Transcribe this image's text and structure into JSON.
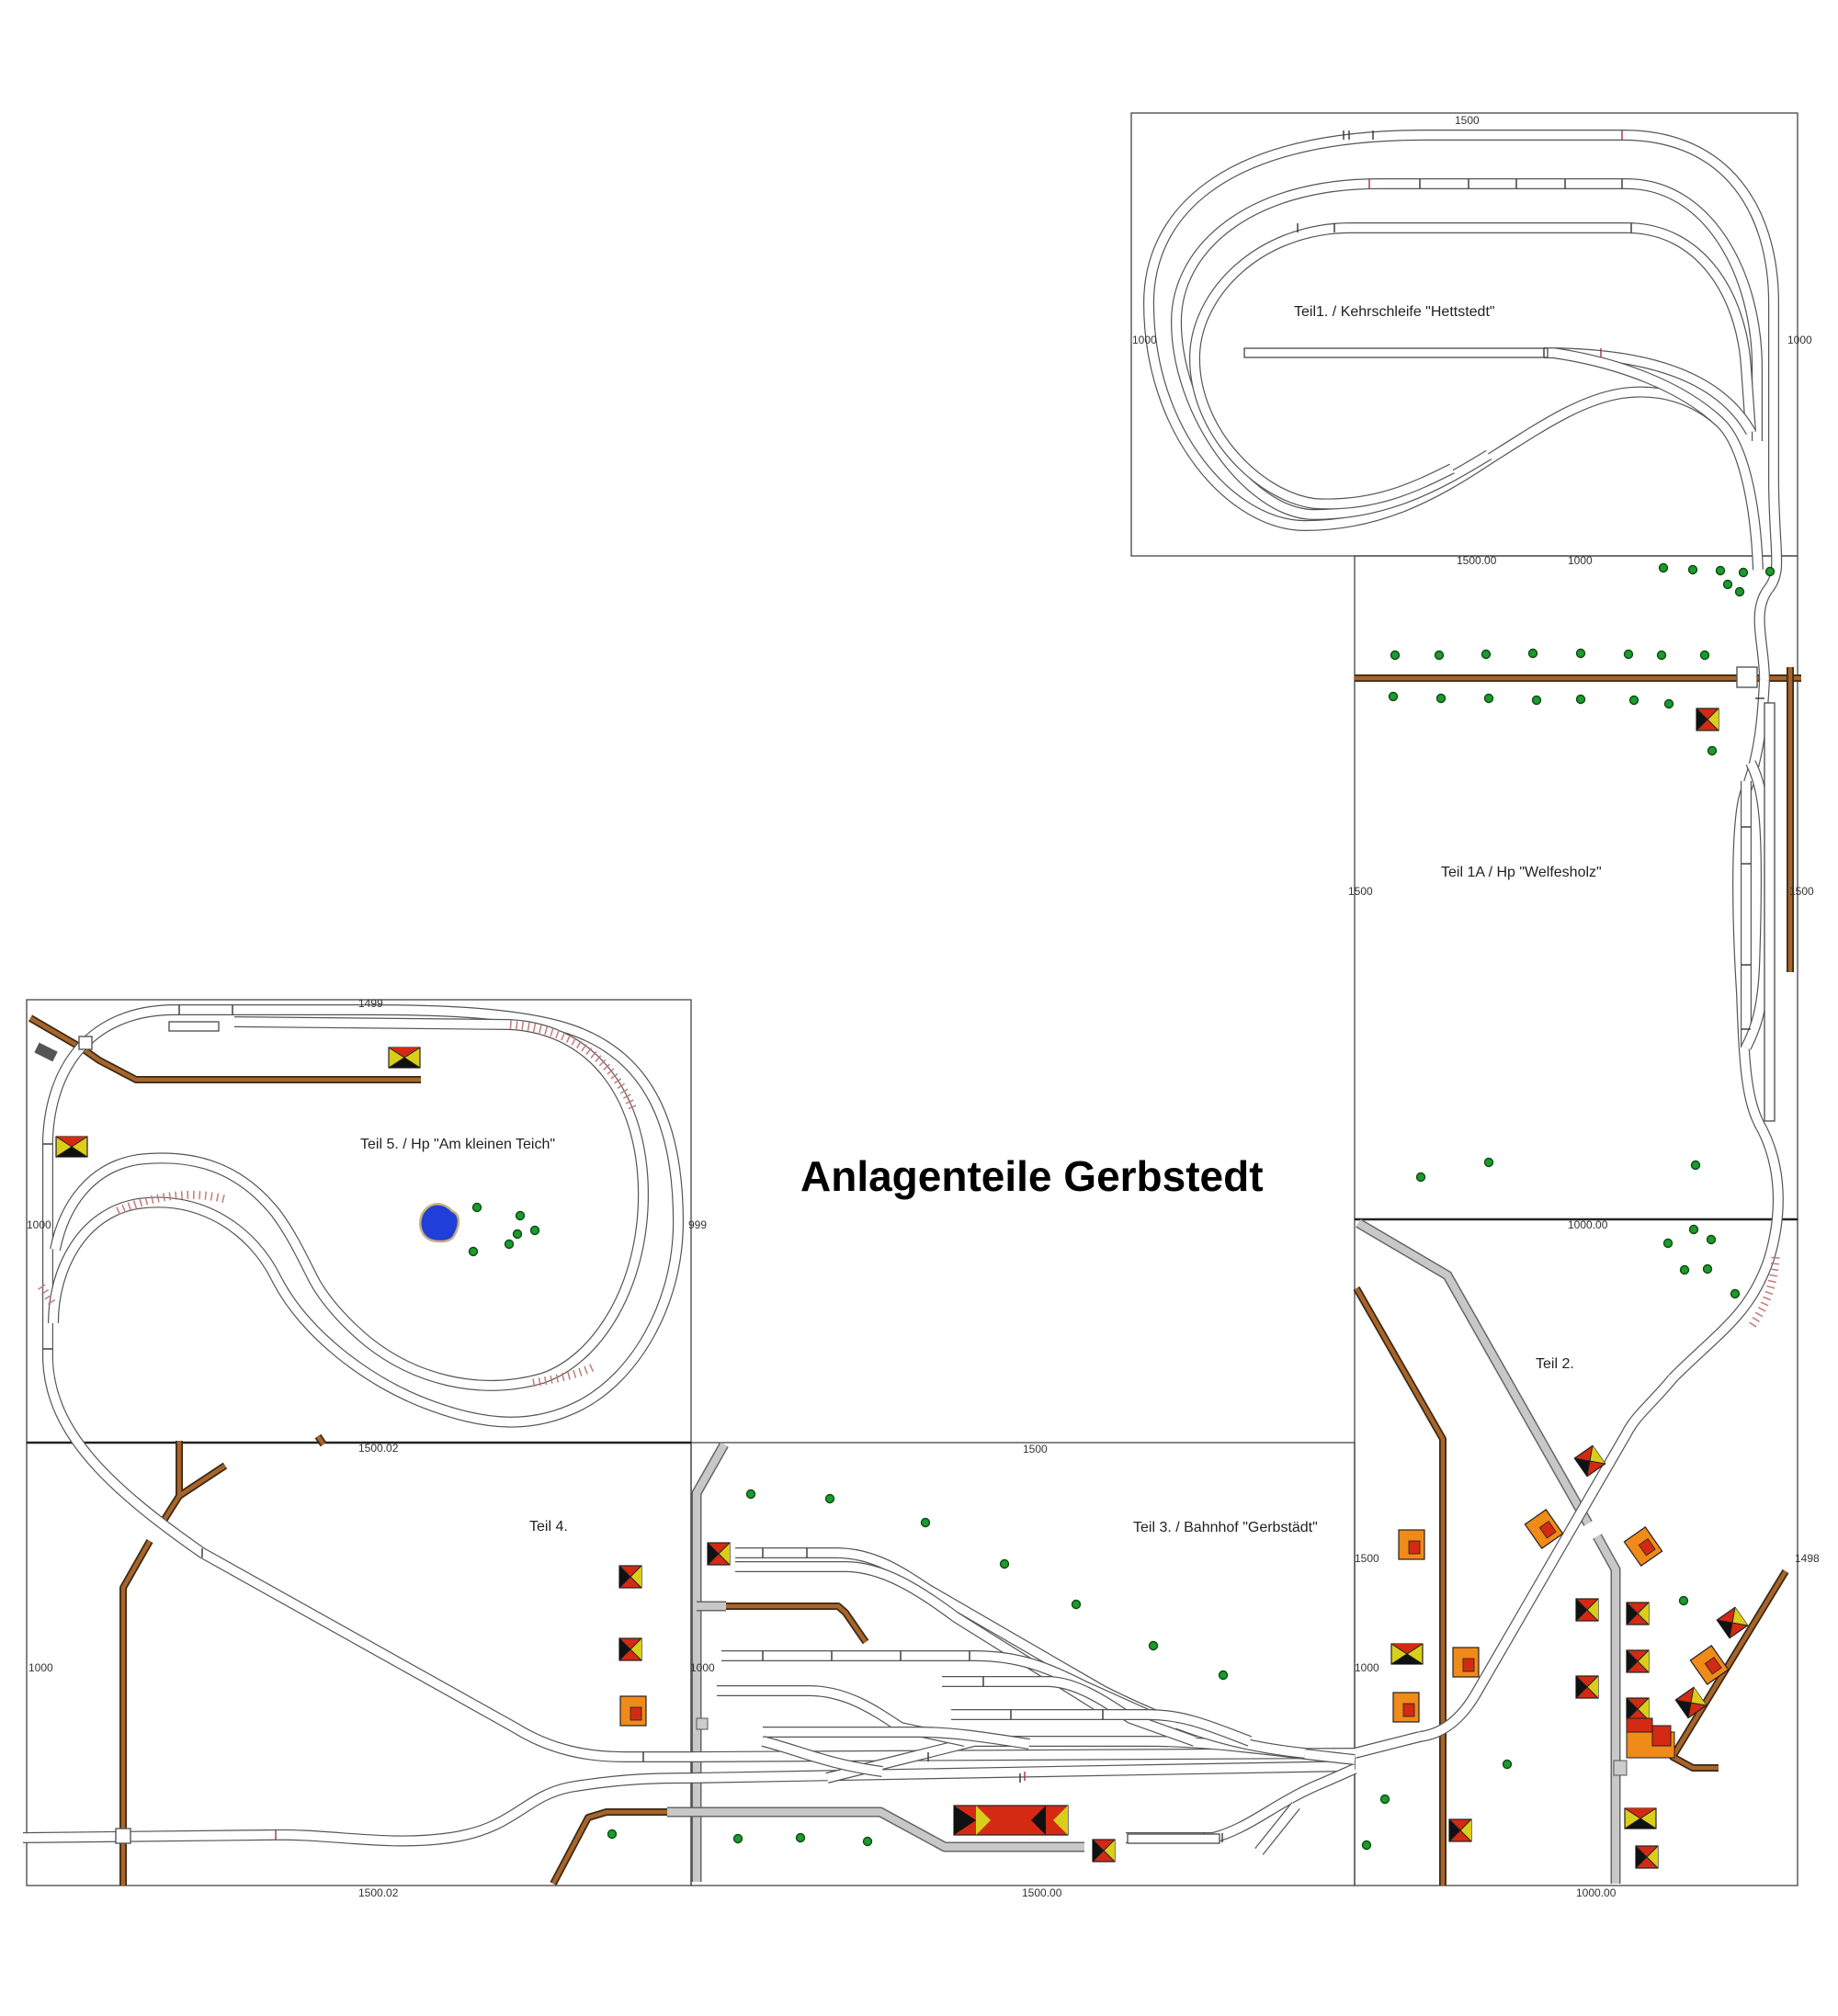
{
  "title": "Anlagenteile Gerbstedt",
  "panels": {
    "teil1": {
      "label": "Teil1. / Kehrschleife \"Hettstedt\"",
      "dim_top": "1500",
      "dim_left": "1000",
      "dim_right": "1000",
      "dim_bottom": "1500.00"
    },
    "teil1a": {
      "label": "Teil 1A / Hp \"Welfesholz\"",
      "dim_top": "1000",
      "dim_left": "1500",
      "dim_right": "1500",
      "dim_bottom": "1000.00"
    },
    "teil5": {
      "label": "Teil 5. / Hp \"Am kleinen Teich\"",
      "dim_top": "1499",
      "dim_left": "1000",
      "dim_right": "999",
      "dim_bottom": "1500.02"
    },
    "teil4": {
      "label": "Teil 4.",
      "dim_left": "1000",
      "dim_bottom": "1500.02"
    },
    "teil3": {
      "label": "Teil 3. / Bahnhof \"Gerbstädt\"",
      "dim_top": "1500",
      "dim_left": "1000",
      "dim_bottom": "1500.00"
    },
    "teil2": {
      "label": "Teil 2.",
      "dim_left_top": "1500",
      "dim_left_mid": "1000",
      "dim_right": "1498",
      "dim_bottom": "1000.00"
    }
  },
  "colors": {
    "track": "#555555",
    "road_edge": "#3a2a14",
    "road_fill": "#a8642a",
    "street": "#c8c8c8",
    "tree": "#1d9a2e",
    "pond": "#1f3fd8",
    "roof_yellow": "#d9cf1a",
    "roof_red": "#d42a14",
    "roof_orange": "#f08a18"
  },
  "icons": {
    "tree": "tree-icon",
    "house": "house-roof-icon",
    "pond": "pond-icon"
  }
}
